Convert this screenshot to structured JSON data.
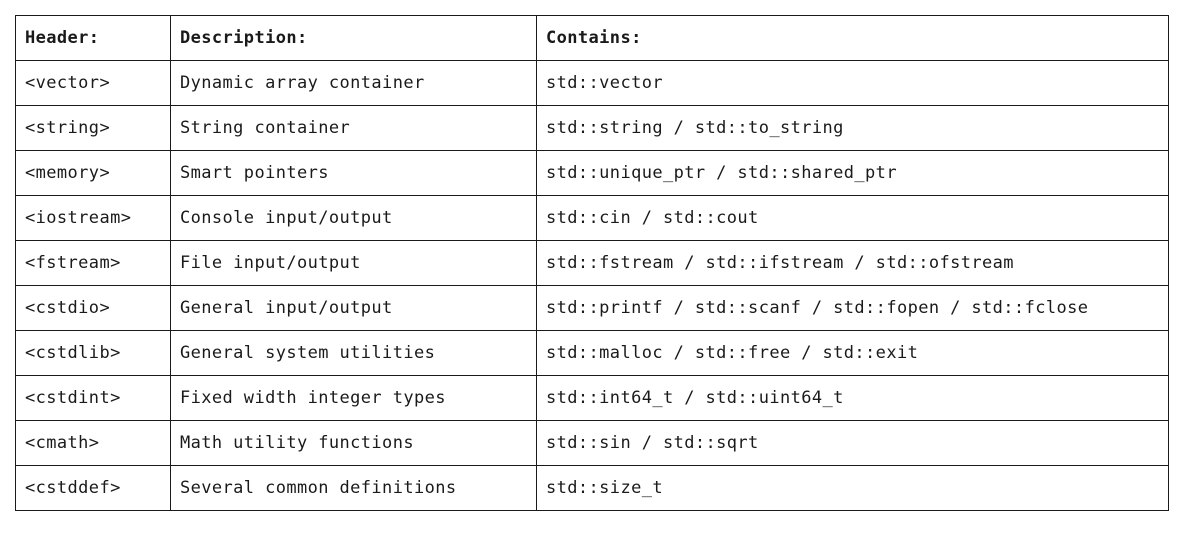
{
  "table": {
    "headers": [
      "Header:",
      "Description:",
      "Contains:"
    ],
    "rows": [
      [
        "<vector>",
        "Dynamic array container",
        "std::vector"
      ],
      [
        "<string>",
        "String container",
        "std::string / std::to_string"
      ],
      [
        "<memory>",
        "Smart pointers",
        "std::unique_ptr / std::shared_ptr"
      ],
      [
        "<iostream>",
        "Console input/output",
        "std::cin / std::cout"
      ],
      [
        "<fstream>",
        "File input/output",
        "std::fstream / std::ifstream / std::ofstream"
      ],
      [
        "<cstdio>",
        "General input/output",
        "std::printf / std::scanf / std::fopen / std::fclose"
      ],
      [
        "<cstdlib>",
        "General system utilities",
        "std::malloc / std::free / std::exit"
      ],
      [
        "<cstdint>",
        "Fixed width integer types",
        "std::int64_t / std::uint64_t"
      ],
      [
        "<cmath>",
        "Math utility functions",
        "std::sin / std::sqrt"
      ],
      [
        "<cstddef>",
        "Several common definitions",
        "std::size_t"
      ]
    ]
  }
}
